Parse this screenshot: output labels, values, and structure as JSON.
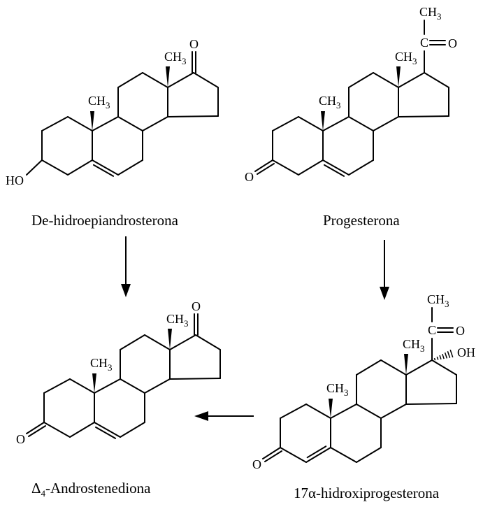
{
  "diagram": {
    "title": "Steroid biosynthesis pathway",
    "molecules": [
      {
        "id": "dhea",
        "name": "De-hidroepiandrosterona",
        "substituents": {
          "c3": "HO",
          "c10_methyl": "CH3",
          "c13_methyl": "CH3",
          "c17": "O"
        },
        "double_bond": "C5=C6"
      },
      {
        "id": "progesterone",
        "name": "Progesterona",
        "substituents": {
          "c3": "O",
          "c10_methyl": "CH3",
          "c13_methyl": "CH3",
          "c17_acetyl": [
            "CH3",
            "C",
            "O"
          ]
        },
        "double_bond": "C5=C6"
      },
      {
        "id": "androstenedione",
        "name_prefix": "Δ",
        "name_subscript": "4",
        "name_rest": "-Androstenediona",
        "substituents": {
          "c3": "O",
          "c10_methyl": "CH3",
          "c13_methyl": "CH3",
          "c17": "O"
        },
        "double_bond": "C5=C6"
      },
      {
        "id": "hydroxyprogesterone",
        "name": "17α-hidroxiprogesterona",
        "substituents": {
          "c3": "O",
          "c10_methyl": "CH3",
          "c13_methyl": "CH3",
          "c17_acetyl": [
            "CH3",
            "C",
            "O"
          ],
          "c17_oh": "OH"
        },
        "double_bond": "C4=C5"
      }
    ],
    "arrows": [
      {
        "from": "dhea",
        "to": "androstenedione",
        "direction": "down"
      },
      {
        "from": "progesterone",
        "to": "hydroxyprogesterone",
        "direction": "down"
      },
      {
        "from": "hydroxyprogesterone",
        "to": "androstenedione",
        "direction": "left"
      }
    ],
    "atom_text": {
      "ch": "CH",
      "sub3": "3",
      "o": "O",
      "c": "C",
      "ho": "HO",
      "oh": "OH"
    }
  }
}
